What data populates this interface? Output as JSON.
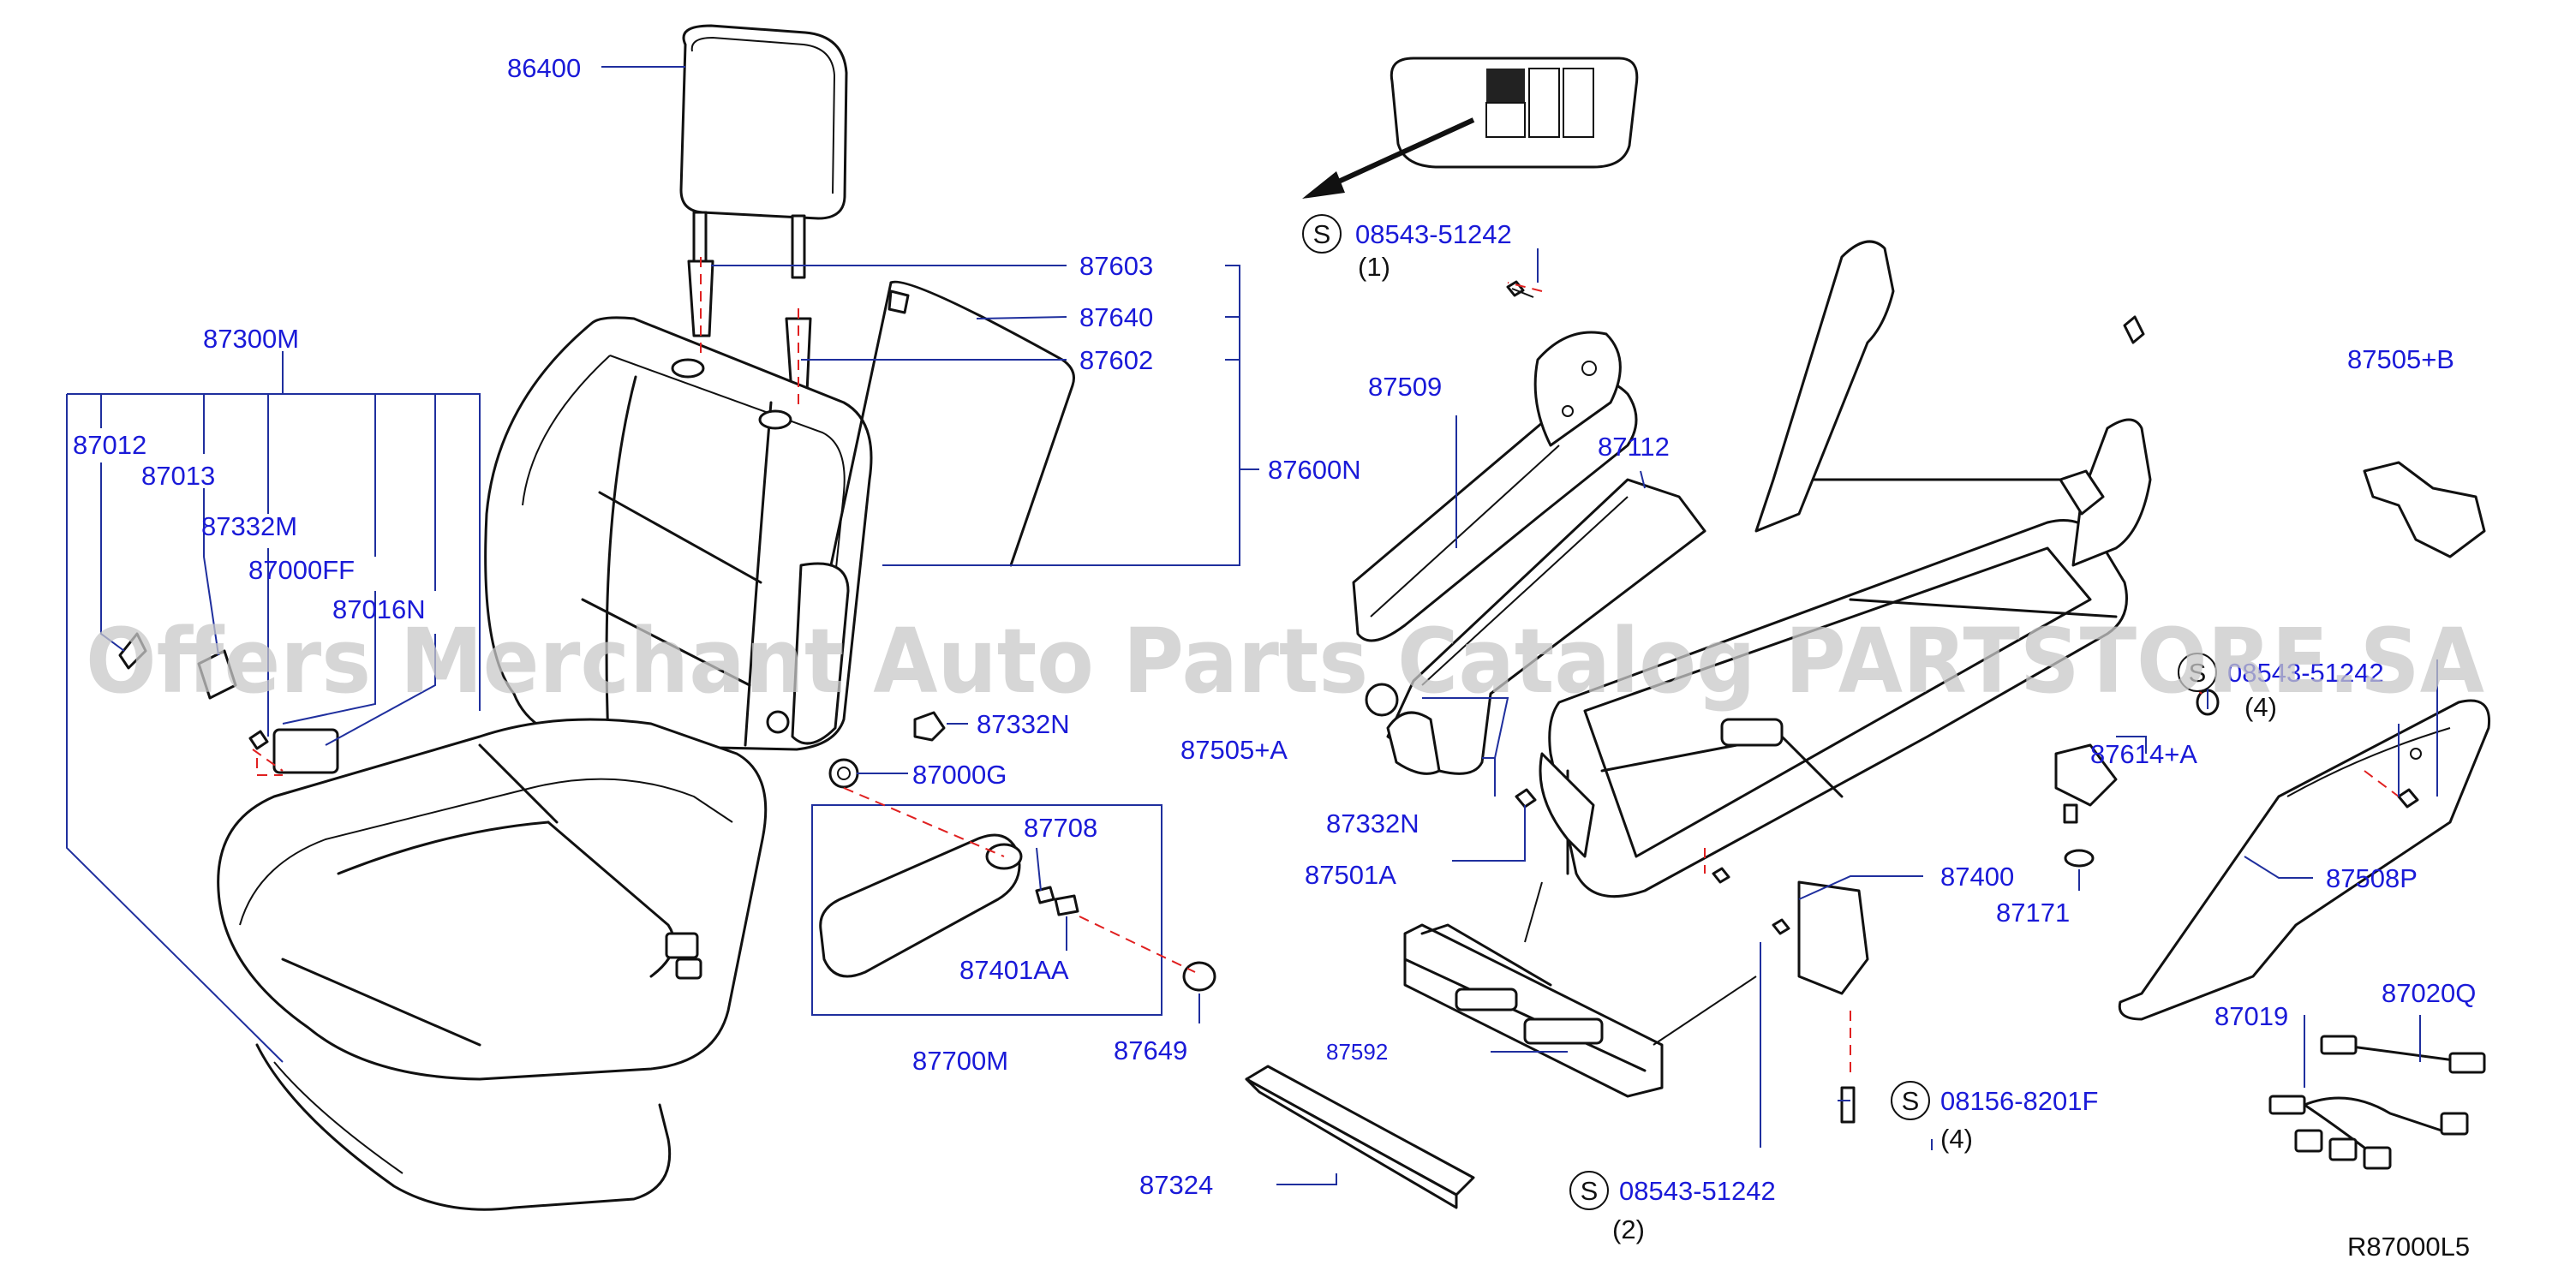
{
  "colors": {
    "label": "#1a1ad8",
    "line": "#1f2f9e",
    "drawing": "#111111",
    "dashed_axis": "#e02020",
    "watermark": "#c8c8c8",
    "background": "#ffffff"
  },
  "watermark": "Offers Merchant Auto Parts Catalog PARTSTORE.SA",
  "diagram_code": "R87000L5",
  "standard_part_symbol": "S",
  "callouts": {
    "p86400": "86400",
    "p87603": "87603",
    "p87640": "87640",
    "p87602": "87602",
    "p87600N": "87600N",
    "p87300M": "87300M",
    "p87012": "87012",
    "p87013": "87013",
    "p87332M": "87332M",
    "p87000FF": "87000FF",
    "p87016N": "87016N",
    "p87332N_a": "87332N",
    "p87000G": "87000G",
    "p87708": "87708",
    "p87401AA": "87401AA",
    "p87700M": "87700M",
    "p87649": "87649",
    "p08543_1": "08543-51242",
    "p08543_1_qty": "(1)",
    "p87509": "87509",
    "p87112": "87112",
    "p87505A": "87505+A",
    "p87332N_b": "87332N",
    "p87501A": "87501A",
    "p87592": "87592",
    "p87324": "87324",
    "p08543_2": "08543-51242",
    "p08543_2_qty": "(2)",
    "p87400": "87400",
    "p87171": "87171",
    "p87614A": "87614+A",
    "p08543_4": "08543-51242",
    "p08543_4_qty": "(4)",
    "p87505B": "87505+B",
    "p87508P": "87508P",
    "p87019": "87019",
    "p87020Q": "87020Q",
    "p08156": "08156-8201F",
    "p08156_qty": "(4)"
  }
}
